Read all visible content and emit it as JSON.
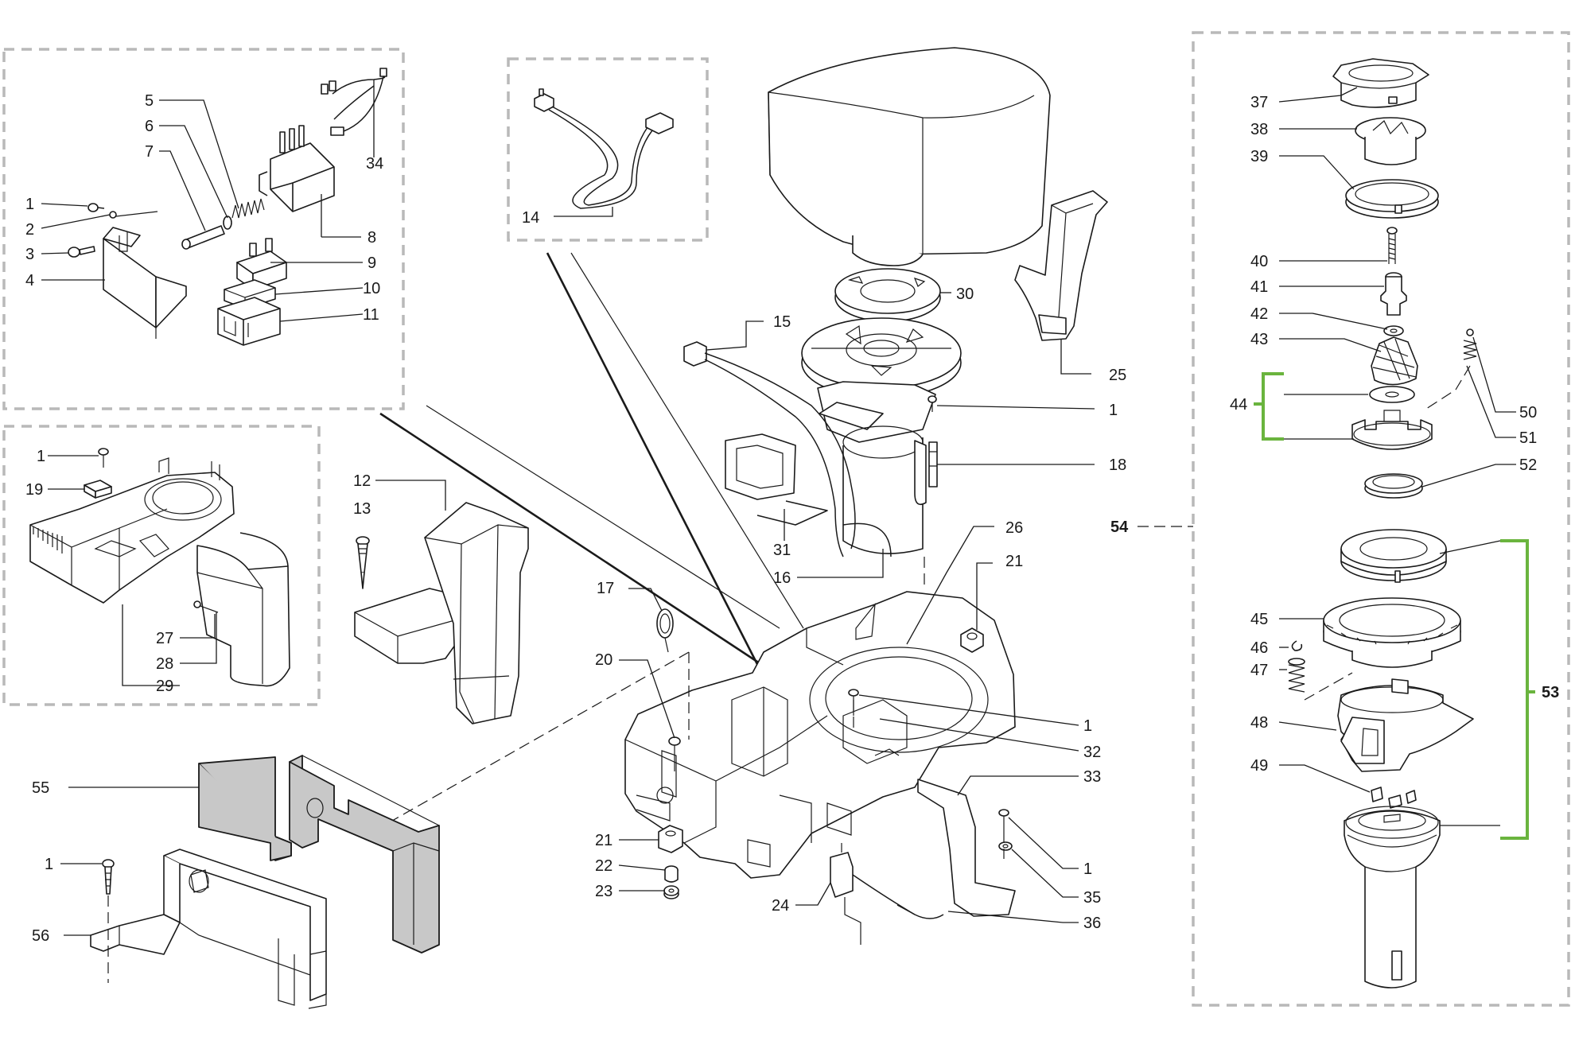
{
  "labels": {
    "l1a": "1",
    "l2": "2",
    "l3": "3",
    "l4": "4",
    "l5": "5",
    "l6": "6",
    "l7": "7",
    "l8": "8",
    "l9": "9",
    "l10": "10",
    "l11": "11",
    "l34": "34",
    "l14": "14",
    "l1b": "1",
    "l19": "19",
    "l27": "27",
    "l28": "28",
    "l29": "29",
    "l12": "12",
    "l13": "13",
    "l30": "30",
    "l15": "15",
    "l25": "25",
    "l1c": "1",
    "l18": "18",
    "l31": "31",
    "l16": "16",
    "l26": "26",
    "l21a": "21",
    "l17": "17",
    "l20": "20",
    "l1d": "1",
    "l32": "32",
    "l33": "33",
    "l1e": "1",
    "l35": "35",
    "l36": "36",
    "l24": "24",
    "l21b": "21",
    "l22": "22",
    "l23": "23",
    "l55": "55",
    "l1f": "1",
    "l56": "56",
    "l37": "37",
    "l38": "38",
    "l39": "39",
    "l40": "40",
    "l41": "41",
    "l42": "42",
    "l43": "43",
    "l44": "44",
    "l50": "50",
    "l51": "51",
    "l52": "52",
    "l54": "54",
    "l45": "45",
    "l46": "46",
    "l47": "47",
    "l48": "48",
    "l49": "49",
    "l53": "53"
  },
  "colors": {
    "dashed_box": "#b9b9b9",
    "bracket": "#6ab43e",
    "filled_part": "#c8c8c8",
    "ink": "#1a1a1a"
  }
}
